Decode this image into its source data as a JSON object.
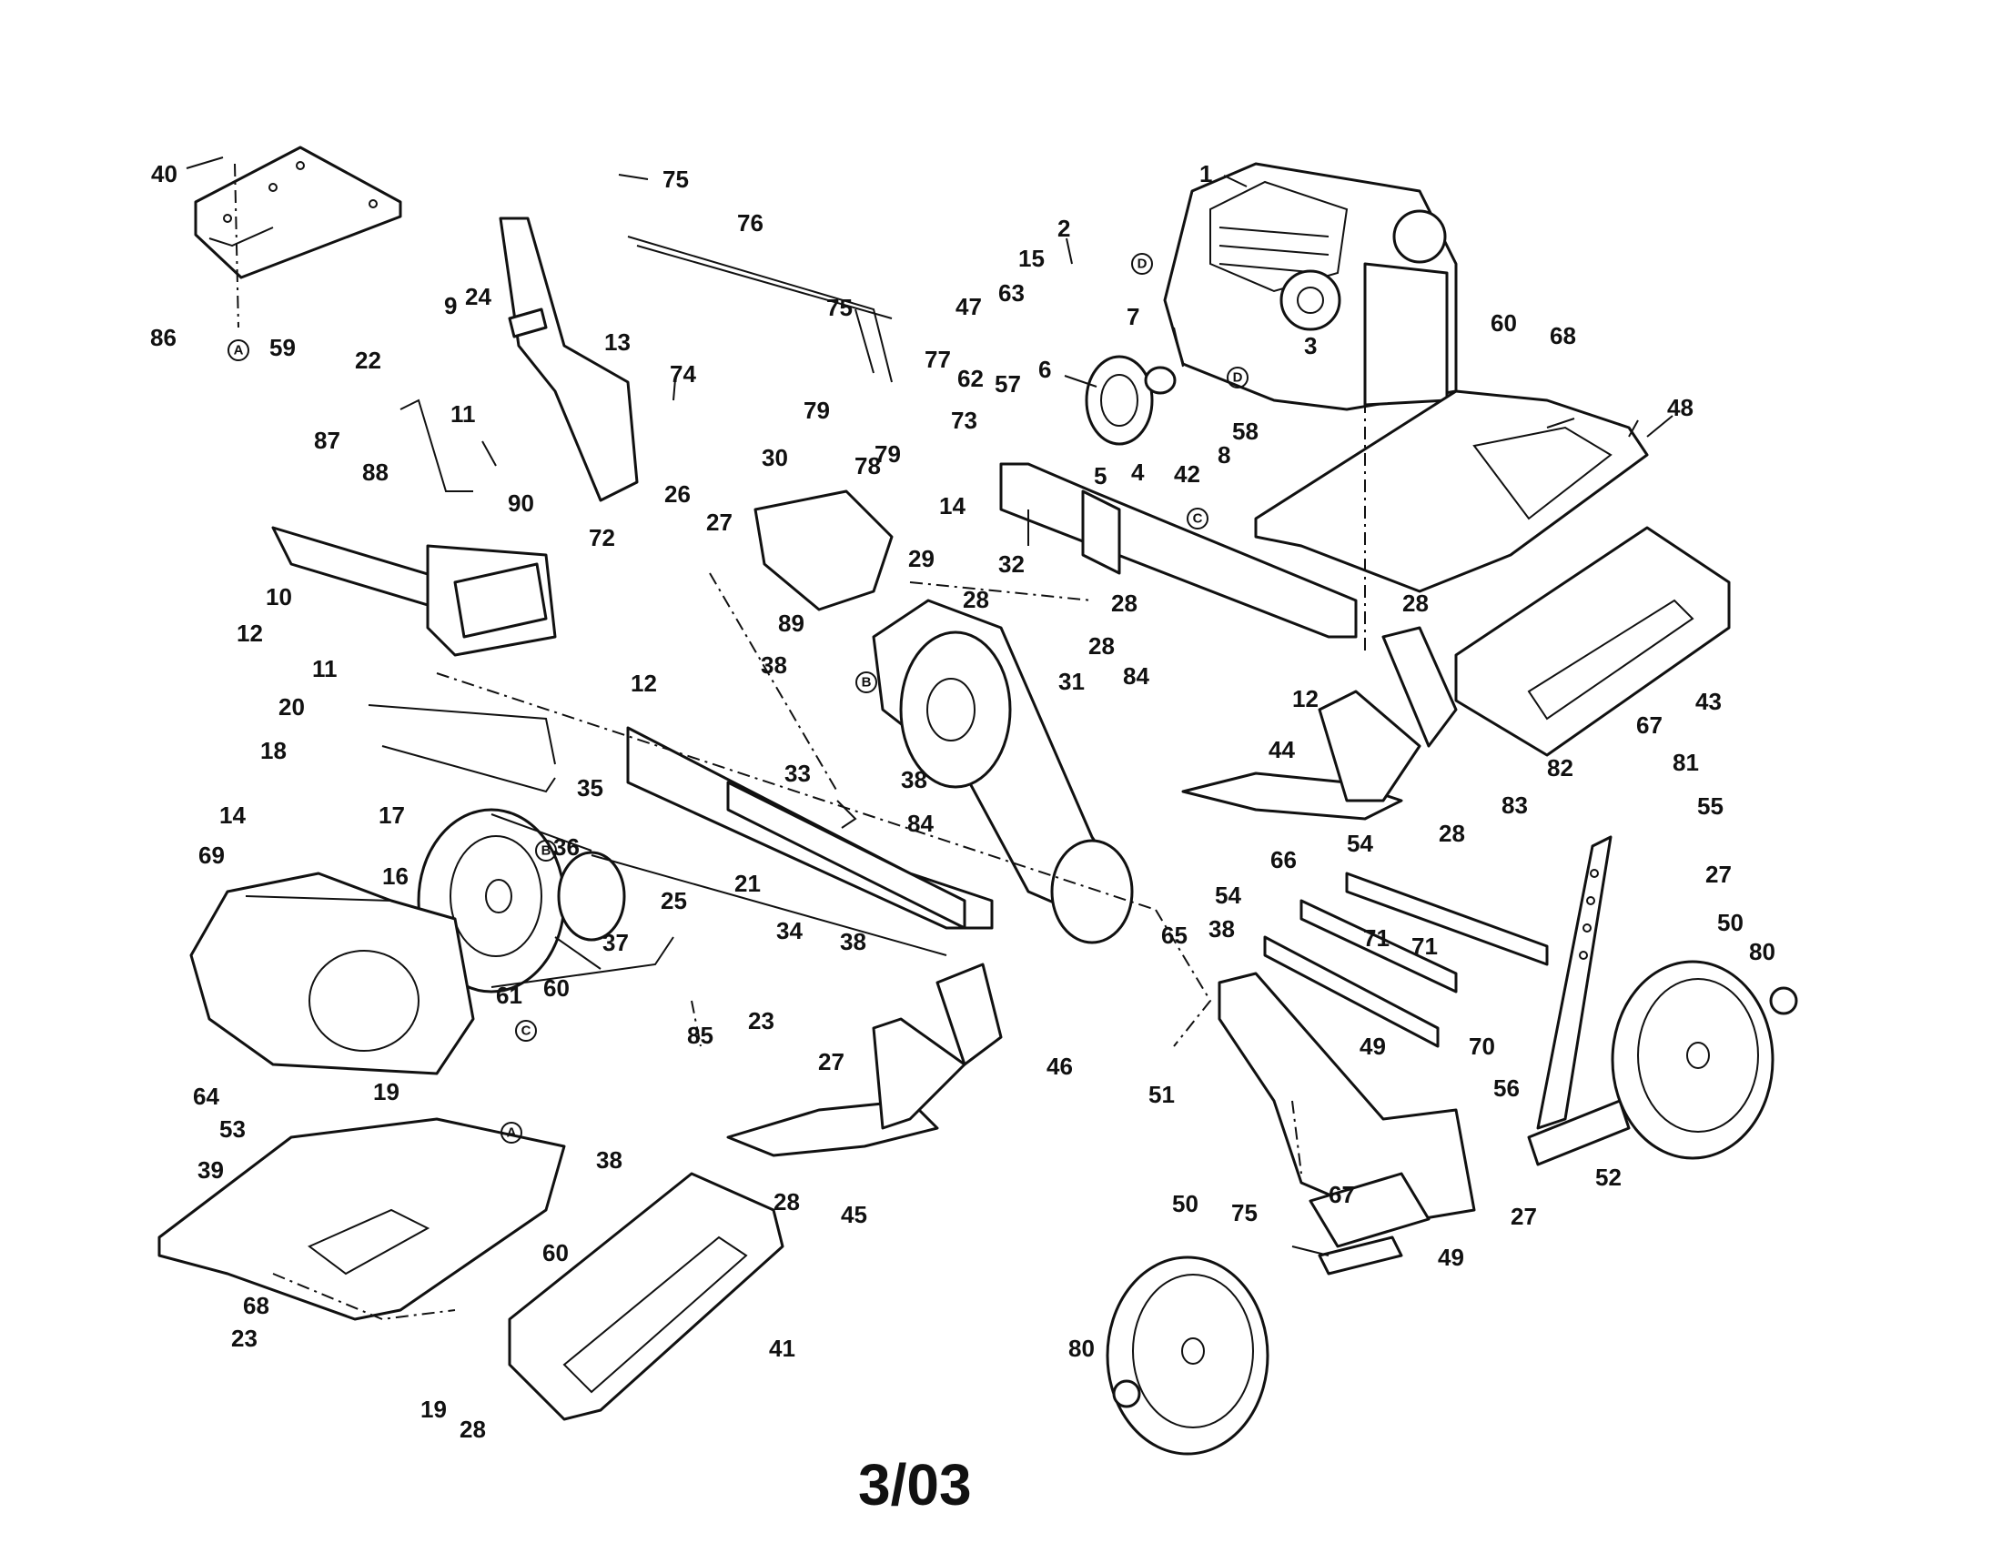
{
  "date_code": "3/03",
  "ref_letters": [
    "A",
    "B",
    "C",
    "D"
  ],
  "callouts": [
    "1",
    "2",
    "3",
    "4",
    "5",
    "6",
    "7",
    "8",
    "9",
    "10",
    "11",
    "12",
    "13",
    "14",
    "15",
    "16",
    "17",
    "18",
    "19",
    "20",
    "21",
    "22",
    "23",
    "24",
    "25",
    "26",
    "27",
    "28",
    "29",
    "30",
    "31",
    "32",
    "33",
    "34",
    "35",
    "36",
    "37",
    "38",
    "39",
    "40",
    "41",
    "42",
    "43",
    "44",
    "45",
    "46",
    "47",
    "48",
    "49",
    "50",
    "51",
    "52",
    "53",
    "54",
    "55",
    "56",
    "57",
    "58",
    "59",
    "60",
    "61",
    "62",
    "63",
    "64",
    "65",
    "66",
    "67",
    "68",
    "69",
    "70",
    "71",
    "72",
    "73",
    "74",
    "75",
    "76",
    "77",
    "78",
    "79",
    "80",
    "81",
    "82",
    "83",
    "84",
    "85",
    "86",
    "87",
    "88",
    "89",
    "90"
  ]
}
